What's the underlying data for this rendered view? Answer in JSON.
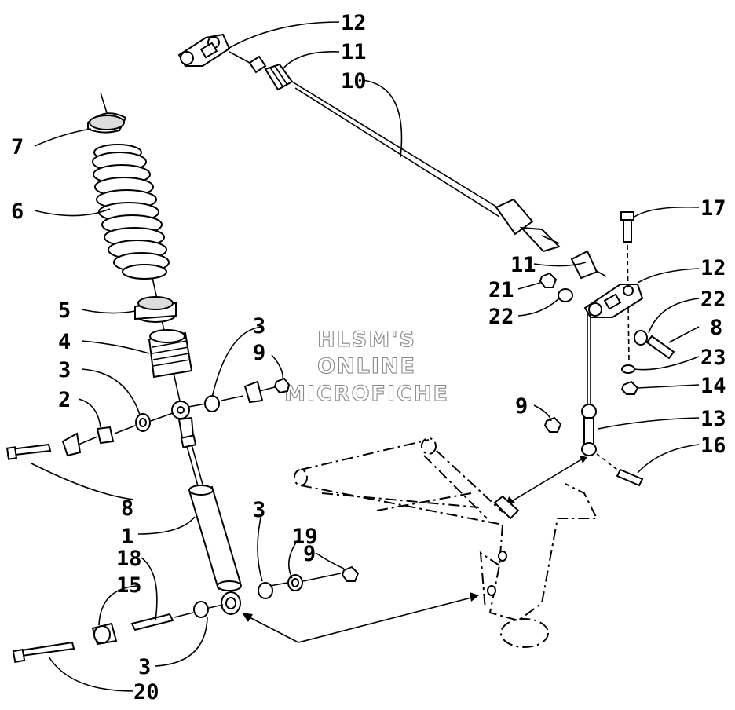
{
  "watermark": {
    "line1": "HLSM'S",
    "line2": "ONLINE",
    "line3": "MICROFICHE"
  },
  "callouts": {
    "c12_top": "12",
    "c11_top": "11",
    "c10": "10",
    "c7": "7",
    "c6": "6",
    "c17": "17",
    "c11_mid": "11",
    "c12_right": "12",
    "c21": "21",
    "c22_left": "22",
    "c22_right": "22",
    "c8_right": "8",
    "c5": "5",
    "c3_top": "3",
    "c4": "4",
    "c9_top": "9",
    "c23": "23",
    "c3_left": "3",
    "c14": "14",
    "c2": "2",
    "c9_right": "9",
    "c13": "13",
    "c16": "16",
    "c8_left": "8",
    "c3_mid": "3",
    "c1": "1",
    "c19": "19",
    "c18": "18",
    "c9_bottom": "9",
    "c15": "15",
    "c3_bottom": "3",
    "c20": "20"
  }
}
